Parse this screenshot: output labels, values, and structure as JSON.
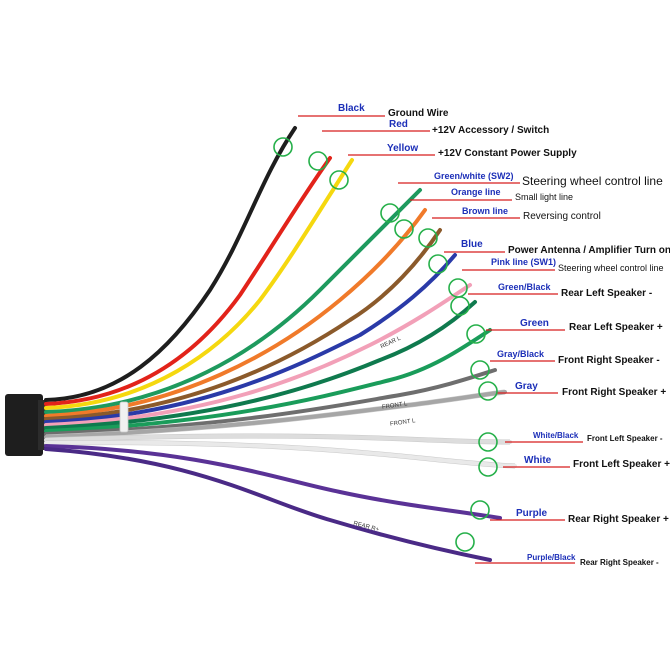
{
  "colors": {
    "label_blue": "#1c2fb8",
    "label_red_underline": "#d81e1e",
    "marker_green": "#26b04a",
    "connector": "#1e1e1e",
    "function_text": "#111111"
  },
  "wires": [
    {
      "id": "black",
      "color_label": "Black",
      "function": "Ground Wire",
      "stroke": "#1e1e1e"
    },
    {
      "id": "red",
      "color_label": "Red",
      "function": "+12V Accessory / Switch",
      "stroke": "#e2231a"
    },
    {
      "id": "yellow",
      "color_label": "Yellow",
      "function": "+12V Constant Power Supply",
      "stroke": "#f5d80f"
    },
    {
      "id": "green-white-sw2",
      "color_label": "Green/white  (SW2)",
      "function": "Steering wheel control line",
      "stroke": "#1e9a5e"
    },
    {
      "id": "orange",
      "color_label": "Orange line",
      "function": "Small light line",
      "stroke": "#f07a2a"
    },
    {
      "id": "brown",
      "color_label": "Brown line",
      "function": "Reversing control",
      "stroke": "#8b5a2b"
    },
    {
      "id": "blue",
      "color_label": "Blue",
      "function": "Power Antenna / Amplifier Turn on",
      "stroke": "#2a3aa8"
    },
    {
      "id": "pink-sw1",
      "color_label": "Pink line (SW1)",
      "function": "Steering wheel control line",
      "stroke": "#f2a0b8"
    },
    {
      "id": "green-black",
      "color_label": "Green/Black",
      "function": "Rear Left Speaker -",
      "stroke": "#0f7a4e"
    },
    {
      "id": "green",
      "color_label": "Green",
      "function": "Rear Left Speaker +",
      "stroke": "#1a9c5a"
    },
    {
      "id": "gray-black",
      "color_label": "Gray/Black",
      "function": "Front Right Speaker -",
      "stroke": "#6e6e6e"
    },
    {
      "id": "gray",
      "color_label": "Gray",
      "function": "Front Right Speaker +",
      "stroke": "#a6a6a6"
    },
    {
      "id": "white-black",
      "color_label": "White/Black",
      "function": "Front Left Speaker -",
      "stroke": "#dddddd"
    },
    {
      "id": "white",
      "color_label": "White",
      "function": "Front Left Speaker +",
      "stroke": "#e9e9e9"
    },
    {
      "id": "purple",
      "color_label": "Purple",
      "function": "Rear Right Speaker +",
      "stroke": "#5a3296"
    },
    {
      "id": "purple-black",
      "color_label": "Purple/Black",
      "function": "Rear Right Speaker -",
      "stroke": "#4a2a86"
    }
  ],
  "sleeve_labels": [
    "FRONT L",
    "FRONT L",
    "REAR L",
    "REAR R+"
  ]
}
